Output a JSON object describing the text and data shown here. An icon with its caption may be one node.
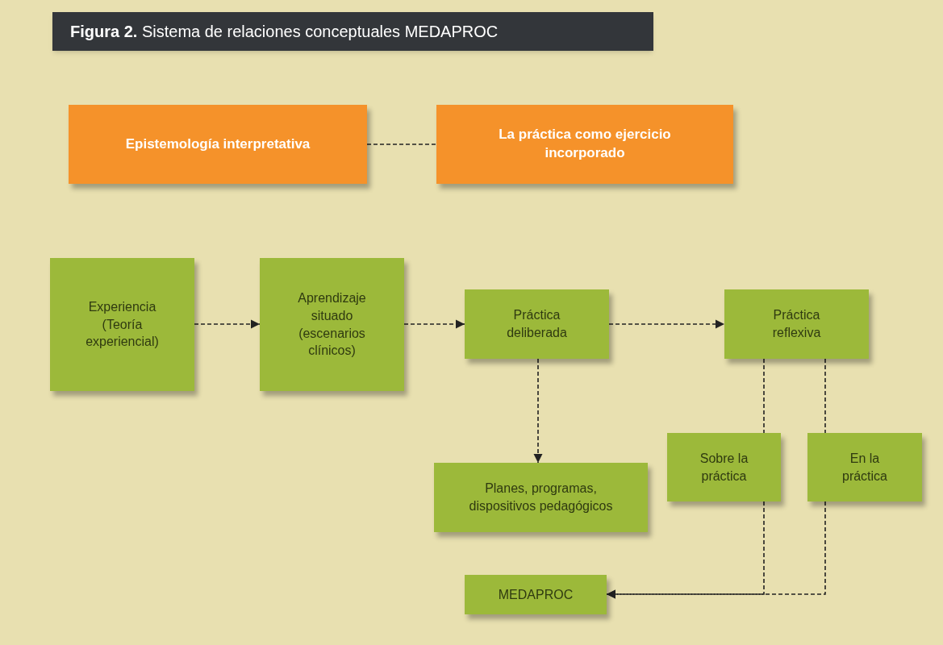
{
  "diagram": {
    "title": "**Figura 2.** Sistema de relaciones conceptuales MEDAPROC",
    "nodes": [
      {
        "text": [
          "Epistemología interpretativa"
        ]
      },
      {
        "text": [
          "La práctica como ejercicio incorporado"
        ]
      },
      {
        "text": [
          "Experiencia (Teoría experiencial)"
        ]
      },
      {
        "text": [
          "Aprendizaje situado (escenarios clínicos)"
        ]
      },
      {
        "text": [
          "Práctica deliberada"
        ]
      },
      {
        "text": [
          "Práctica reflexiva"
        ]
      },
      {
        "text": [
          "Planes, programas, dispositivos pedagógicos"
        ]
      },
      {
        "text": [
          "Sobre la práctica"
        ]
      },
      {
        "text": [
          "En la práctica"
        ]
      },
      {
        "text": [
          "MEDAPROC"
        ]
      }
    ],
    "edges": [
      {
        "from": 0,
        "to": 1,
        "arrow": "none"
      },
      {
        "from": 2,
        "to": 3,
        "arrow": "to"
      },
      {
        "from": 3,
        "to": 4,
        "arrow": "to"
      },
      {
        "from": 4,
        "to": 5,
        "arrow": "to"
      },
      {
        "from": 4,
        "to": 6,
        "arrow": "to"
      },
      {
        "from": 5,
        "to": 7,
        "arrow": "none"
      },
      {
        "from": 5,
        "to": 8,
        "arrow": "none"
      },
      {
        "from": 7,
        "to": 9,
        "arrow": "to"
      },
      {
        "from": 8,
        "to": 9,
        "arrow": "to"
      }
    ]
  }
}
